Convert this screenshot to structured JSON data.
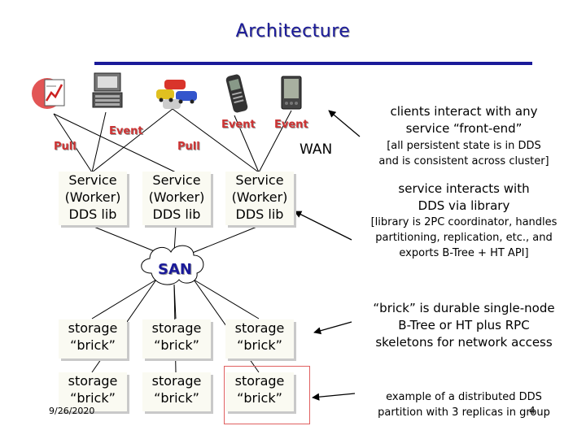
{
  "title": "Architecture",
  "labels": {
    "pull_left": "Pull",
    "event_left": "Event",
    "pull_center": "Pull",
    "event_center": "Event",
    "event_right": "Event",
    "wan": "WAN",
    "san": "SAN"
  },
  "service_boxes": [
    {
      "line1": "Service",
      "line2": "(Worker)",
      "line3": "DDS lib"
    },
    {
      "line1": "Service",
      "line2": "(Worker)",
      "line3": "DDS lib"
    },
    {
      "line1": "Service",
      "line2": "(Worker)",
      "line3": "DDS lib"
    }
  ],
  "storage_boxes": [
    {
      "line1": "storage",
      "line2": "“brick”"
    },
    {
      "line1": "storage",
      "line2": "“brick”"
    },
    {
      "line1": "storage",
      "line2": "“brick”"
    },
    {
      "line1": "storage",
      "line2": "“brick”"
    },
    {
      "line1": "storage",
      "line2": "“brick”"
    },
    {
      "line1": "storage",
      "line2": "“brick”"
    }
  ],
  "notes": {
    "clients_line1": "clients interact with any",
    "clients_line2": "service “front-end”",
    "persistent_line1": "[all persistent state is in DDS",
    "persistent_line2": "and is consistent across cluster]",
    "service_line1": "service interacts with",
    "service_line2": "DDS via library",
    "library_line1": "[library is 2PC coordinator, handles",
    "library_line2": "partitioning, replication, etc., and",
    "library_line3": "exports B-Tree + HT API]",
    "brick_line1": "“brick” is durable single-node",
    "brick_line2": "B-Tree or HT plus RPC",
    "brick_line3": "skeletons for network access",
    "example_line1": "example of a distributed DDS",
    "example_line2": "partition with 3 replicas in group"
  },
  "footer": {
    "date": "9/26/2020",
    "page_number": "4"
  },
  "icons": [
    "chart-document-icon",
    "laptop-icon",
    "cars-icon",
    "mobile-phone-icon",
    "pda-icon"
  ],
  "colors": {
    "title": "#1a1a99",
    "label_red": "#cc3333"
  }
}
